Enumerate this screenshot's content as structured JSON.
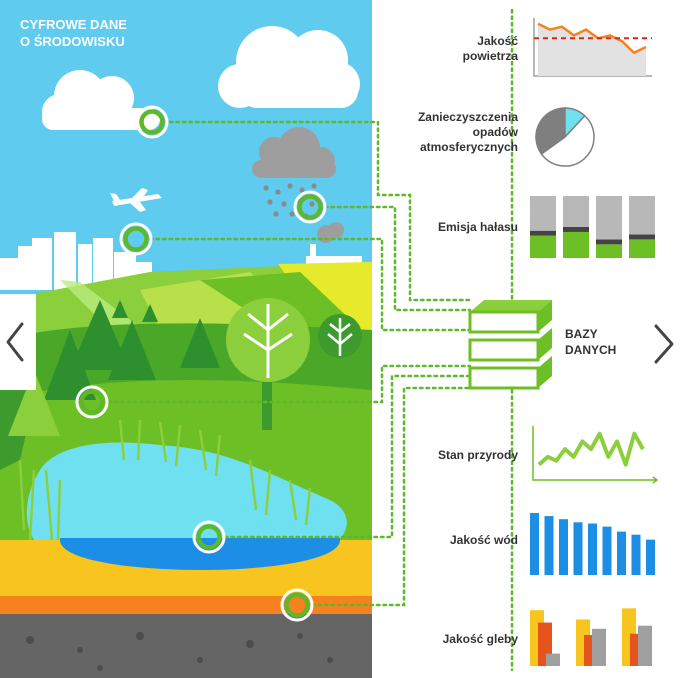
{
  "title": {
    "line1": "CYFROWE DANE",
    "line2": "O ŚRODOWISKU"
  },
  "database": {
    "line1": "BAZY",
    "line2": "DANYCH"
  },
  "indicators": [
    {
      "lines": [
        "Jakość",
        "powietrza"
      ]
    },
    {
      "lines": [
        "Zanieczyszczenia",
        "opadów",
        "atmosferycznych"
      ]
    },
    {
      "lines": [
        "Emisja hałasu"
      ]
    },
    {
      "lines": [
        "Stan przyrody"
      ]
    },
    {
      "lines": [
        "Jakość wód"
      ]
    },
    {
      "lines": [
        "Jakość gleby"
      ]
    }
  ],
  "navigation": {
    "prev_icon": "chevron-left-icon",
    "next_icon": "chevron-right-icon"
  },
  "colors": {
    "sky": "#5ecbef",
    "green": "#6cbf24",
    "light_green": "#8ccf3c",
    "dark_green": "#3d9b2d",
    "water": "#6ee0ef",
    "orange": "#f5821f",
    "yellow": "#f7c51e",
    "red": "#e5541c",
    "blue": "#1c8ee6",
    "gray": "#9f9f9f",
    "soil": "#656565"
  },
  "chart_data": [
    {
      "type": "line",
      "name": "Jakość powietrza",
      "series_values": [
        9,
        8,
        8.5,
        7,
        8,
        6.5,
        7,
        6,
        4,
        5
      ],
      "threshold": 6.5
    },
    {
      "type": "pie",
      "name": "Zanieczyszczenia opadów atmosferycznych",
      "values": [
        35,
        12,
        53
      ]
    },
    {
      "type": "bar",
      "name": "Emisja hałasu",
      "stacked_values": [
        [
          3.6,
          0.8,
          5.6
        ],
        [
          4.2,
          0.8,
          5.0
        ],
        [
          2.2,
          0.8,
          7.0
        ],
        [
          3.0,
          0.8,
          6.2
        ]
      ]
    },
    {
      "type": "line",
      "name": "Stan przyrody",
      "values": [
        2,
        3,
        2.5,
        4,
        3,
        5,
        4,
        6,
        3,
        5,
        2,
        6,
        4
      ]
    },
    {
      "type": "bar",
      "name": "Jakość wód",
      "values": [
        10,
        9.5,
        9,
        8.5,
        8.3,
        7.8,
        7,
        6.5,
        5.7
      ]
    },
    {
      "type": "bar",
      "name": "Jakość gleby",
      "groups": [
        [
          9,
          7,
          2
        ],
        [
          7.5,
          5,
          6
        ],
        [
          9.3,
          5.2,
          6.5
        ]
      ]
    }
  ]
}
